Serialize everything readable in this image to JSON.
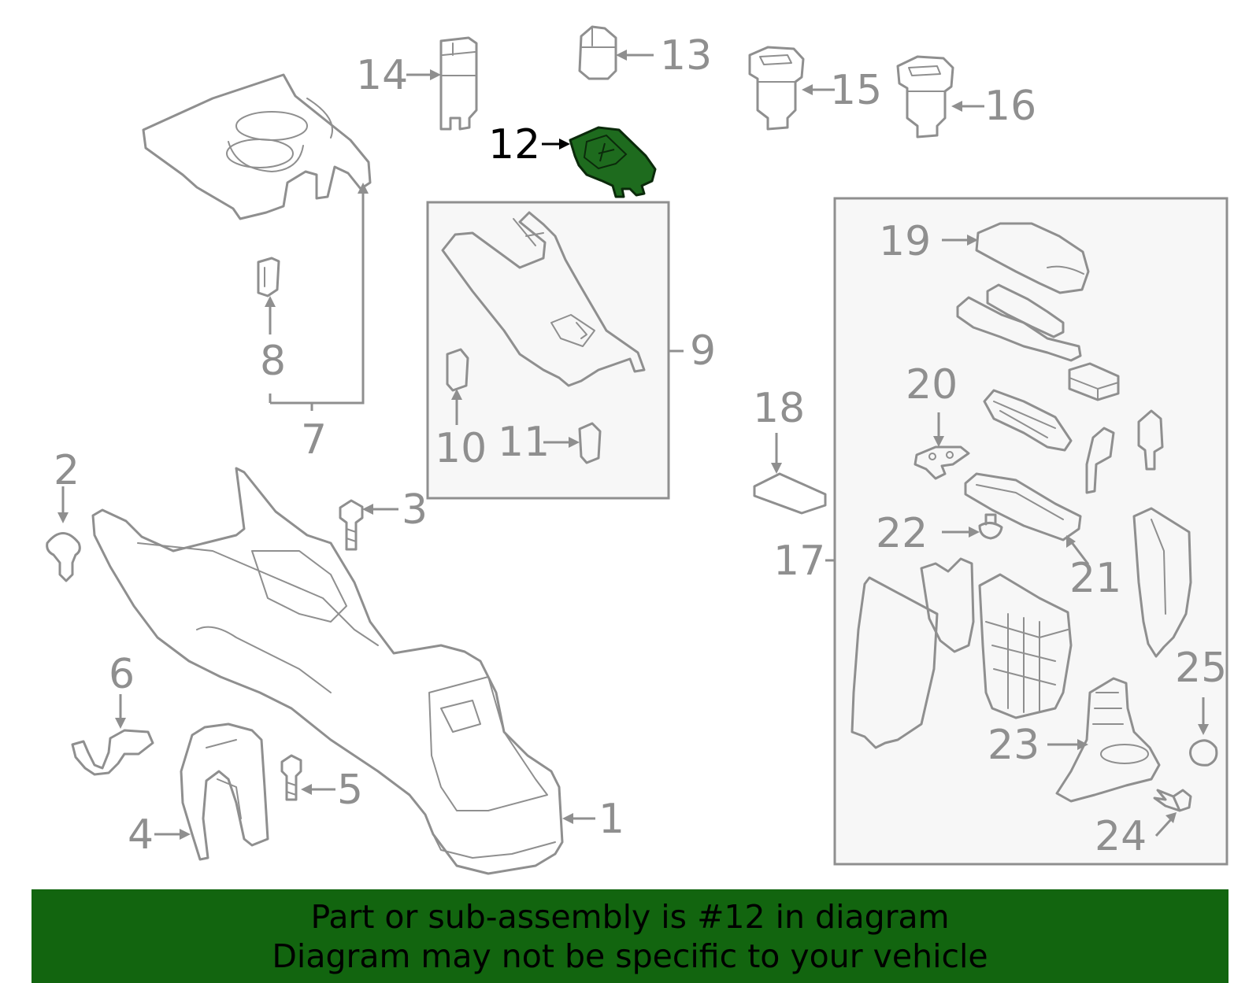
{
  "diagram": {
    "highlighted_part": "12",
    "highlight_color": "#1e6b1e",
    "line_color": "#8f8f8f",
    "labels": {
      "1": "1",
      "2": "2",
      "3": "3",
      "4": "4",
      "5": "5",
      "6": "6",
      "7": "7",
      "8": "8",
      "9": "9",
      "10": "10",
      "11": "11",
      "12": "12",
      "13": "13",
      "14": "14",
      "15": "15",
      "16": "16",
      "17": "17",
      "18": "18",
      "19": "19",
      "20": "20",
      "21": "21",
      "22": "22",
      "23": "23",
      "24": "24",
      "25": "25"
    }
  },
  "banner": {
    "line1": "Part or sub-assembly is #12 in diagram",
    "line2": "Diagram may not be specific to your vehicle",
    "background": "#12650f"
  }
}
